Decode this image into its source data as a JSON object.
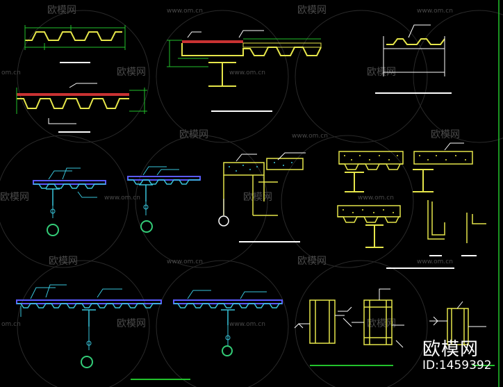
{
  "watermark": {
    "brand": "欧模网",
    "domain": "www.om.cn",
    "domain_short": "om.cn"
  },
  "brand_badge": {
    "name": "欧模网",
    "id_text": "ID:1459392"
  },
  "colors": {
    "background": "#000000",
    "deck_yellow": "#e6e64a",
    "dimension_green": "#22c22c",
    "leader_cyan": "#39c6dc",
    "slab_red": "#c83232",
    "concrete_fill": "#e8e840",
    "deck_blue": "#5a5aff",
    "watermark_gray": "#4a4a4a",
    "title_line": "#ffffff"
  }
}
